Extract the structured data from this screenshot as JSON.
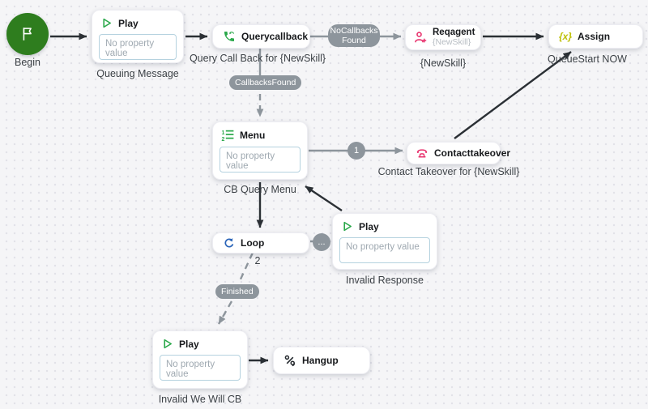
{
  "colors": {
    "canvas_bg": "#f5f5f7",
    "dot_grid": "#e2e2e8",
    "node_bg": "#ffffff",
    "connector_black": "#2b3035",
    "connector_gray": "#8d959c",
    "badge_bg": "#8d959c",
    "badge_text": "#ffffff",
    "begin_green": "#2e7d1e",
    "icon_green": "#2aa84a",
    "icon_pink": "#e8336e",
    "icon_blue": "#2a64b8",
    "icon_yellow": "#bdbf00",
    "property_border": "#b5d2df",
    "property_text": "#9fa9b1"
  },
  "flow": {
    "begin": {
      "label": "Begin"
    },
    "queuing_play": {
      "title": "Play",
      "placeholder": "No property value",
      "label": "Queuing Message"
    },
    "querycallback": {
      "title": "Querycallback",
      "label": "Query Call Back for {NewSkill}"
    },
    "reqagent": {
      "title": "Reqagent",
      "subtitle": "{NewSkill}",
      "label": "{NewSkill}"
    },
    "assign": {
      "icon_text": "{x}",
      "title": "Assign",
      "label": "QueueStart NOW"
    },
    "menu": {
      "title": "Menu",
      "placeholder": "No property value",
      "label": "CB Query Menu"
    },
    "contacttakeover": {
      "title": "Contacttakeover",
      "label": "Contact Takeover for {NewSkill}"
    },
    "loop": {
      "title": "Loop"
    },
    "invalid_response_play": {
      "title": "Play",
      "placeholder": "No property value",
      "label": "Invalid Response"
    },
    "invalid_cb_play": {
      "title": "Play",
      "placeholder": "No property value",
      "label": "Invalid We Will CB"
    },
    "hangup": {
      "title": "Hangup"
    }
  },
  "connectors": {
    "no_callbacks_found_label": "NoCallbacksFound",
    "callbacks_found_label": "CallbacksFound",
    "menu_option_label": "1",
    "loop_more_label": "...",
    "loop_count_label": "2",
    "finished_label": "Finished"
  }
}
